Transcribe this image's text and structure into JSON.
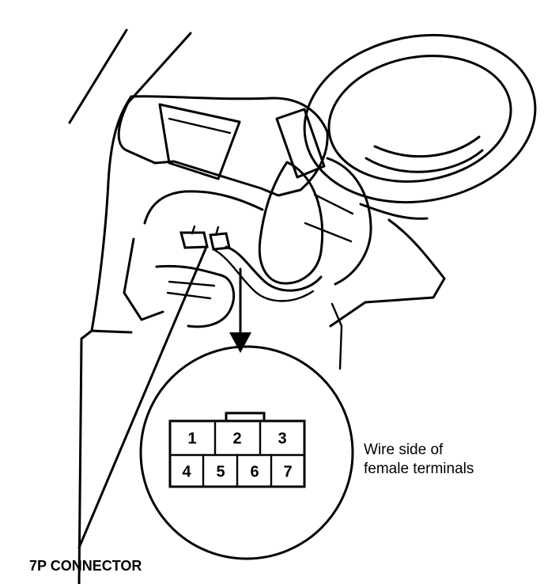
{
  "connector": {
    "label": "7P CONNECTOR",
    "note_line1": "Wire side of",
    "note_line2": "female terminals",
    "pins": {
      "p1": "1",
      "p2": "2",
      "p3": "3",
      "p4": "4",
      "p5": "5",
      "p6": "6",
      "p7": "7"
    }
  }
}
